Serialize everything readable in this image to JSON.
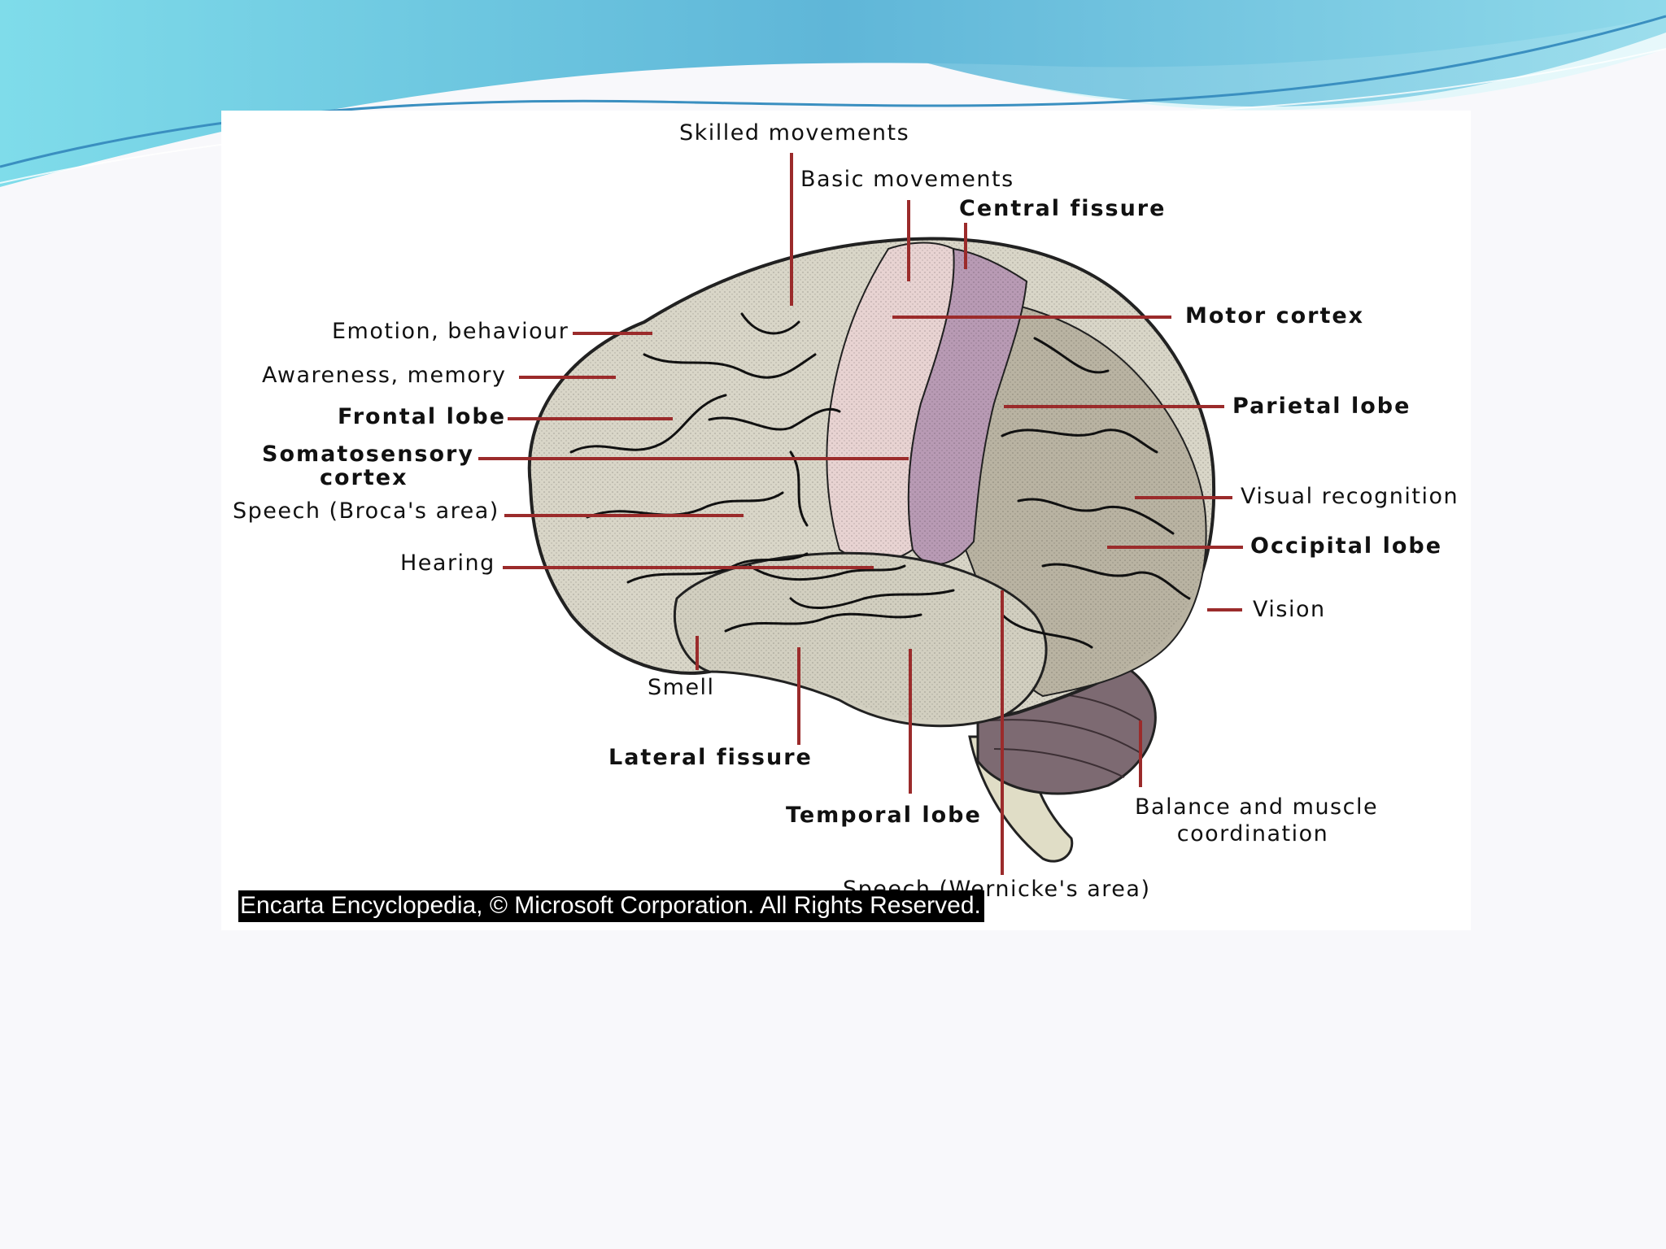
{
  "diagram": {
    "labels": {
      "skilled_movements": "Skilled movements",
      "basic_movements": "Basic movements",
      "central_fissure": "Central fissure",
      "motor_cortex": "Motor cortex",
      "emotion_behaviour": "Emotion, behaviour",
      "awareness_memory": "Awareness, memory",
      "frontal_lobe": "Frontal lobe",
      "somatosensory_cortex_1": "Somatosensory",
      "somatosensory_cortex_2": "cortex",
      "parietal_lobe": "Parietal lobe",
      "speech_broca": "Speech (Broca's area)",
      "visual_recognition": "Visual recognition",
      "occipital_lobe": "Occipital lobe",
      "hearing": "Hearing",
      "vision": "Vision",
      "smell": "Smell",
      "lateral_fissure": "Lateral fissure",
      "temporal_lobe": "Temporal lobe",
      "balance_1": "Balance and muscle",
      "balance_2": "coordination",
      "speech_wernicke": "Speech (Wernicke's area)"
    },
    "copyright": "Encarta Encyclopedia, © Microsoft Corporation. All Rights Reserved."
  },
  "colors": {
    "leader_line": "#9b2b2b",
    "brain_base": "#d9d6c8",
    "motor_strip": "#e8d3d2",
    "sensory_strip": "#b89ab4",
    "parietal_occipital": "#b9b3a2",
    "cerebellum": "#7d6a72",
    "wave_light": "#b6ecf2",
    "wave_dark": "#4fb8d6"
  }
}
